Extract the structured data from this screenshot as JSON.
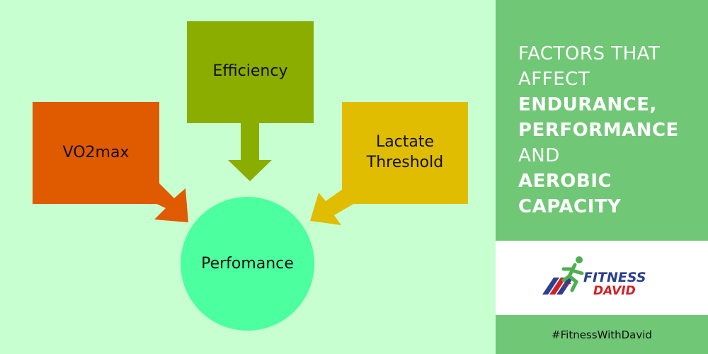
{
  "diagram": {
    "factors": [
      {
        "label": "VO2max",
        "color": "#e05a00"
      },
      {
        "label": "Efficiency",
        "color": "#8aad00"
      },
      {
        "label": "Lactate Threshold",
        "color": "#e0bd00"
      }
    ],
    "result": {
      "label": "Perfomance",
      "color": "#4cff9f"
    }
  },
  "sidebar": {
    "headline": {
      "line1": "FACTORS THAT",
      "line2": "AFFECT",
      "line3": "ENDURANCE,",
      "line4": "PERFORMANCE",
      "line5": "AND",
      "line6": "AEROBIC",
      "line7": "CAPACITY"
    },
    "logo": {
      "word1": "FITNESS",
      "word2": "DAVID"
    },
    "hashtag": "#FitnessWithDavid"
  }
}
